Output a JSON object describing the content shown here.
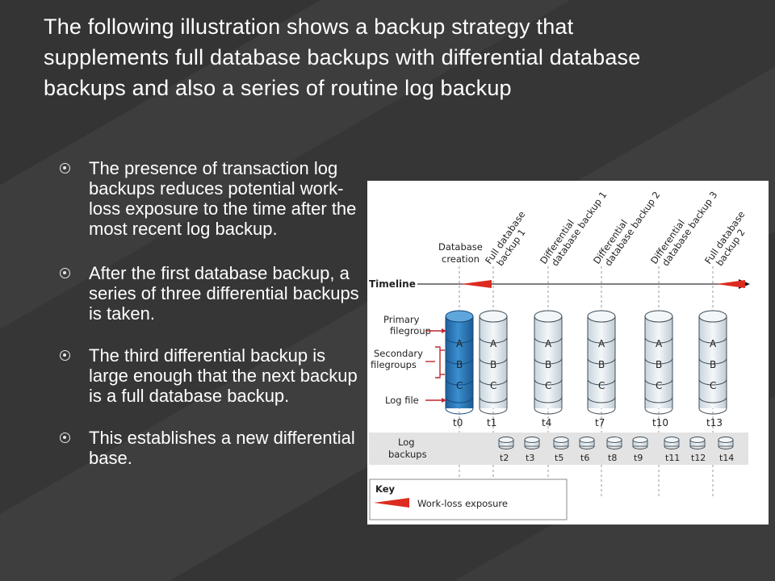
{
  "slide": {
    "title": "The following illustration shows a backup strategy that supplements full database backups with differential database backups and also a series of routine log backup",
    "bullets": [
      "The presence of transaction log backups reduces potential work-loss exposure to the time after the most recent log backup.",
      "After the first database backup, a series of three differential backups is taken.",
      "The third differential backup is large enough that the next backup is a full database backup.",
      "This establishes a new differential base."
    ]
  },
  "diagram": {
    "events": [
      {
        "label": [
          "Database",
          "creation"
        ],
        "rotated": false,
        "time": "t0"
      },
      {
        "label": [
          "Full database",
          "backup 1"
        ],
        "rotated": true,
        "time": "t1"
      },
      {
        "label": [
          "Differential",
          "database backup 1"
        ],
        "rotated": true,
        "time": "t4"
      },
      {
        "label": [
          "Differential",
          "database backup 2"
        ],
        "rotated": true,
        "time": "t7"
      },
      {
        "label": [
          "Differential",
          "database backup 3"
        ],
        "rotated": true,
        "time": "t10"
      },
      {
        "label": [
          "Full database",
          "backup 2"
        ],
        "rotated": true,
        "time": "t13"
      }
    ],
    "timeline_label": "Timeline",
    "cylinder_segments": [
      "A",
      "B",
      "C"
    ],
    "side_labels": {
      "primary": [
        "Primary",
        "filegroup"
      ],
      "secondary": [
        "Secondary",
        "filegroups"
      ],
      "log": [
        "Log file"
      ]
    },
    "log_backups_label": [
      "Log",
      "backups"
    ],
    "log_backup_times": [
      [
        "t2",
        "t3"
      ],
      [
        "t5",
        "t6"
      ],
      [
        "t8",
        "t9"
      ],
      [
        "t11",
        "t12"
      ],
      [
        "t14"
      ]
    ],
    "key": {
      "title": "Key",
      "item": "Work-loss exposure"
    },
    "colors": {
      "timeline_arrow": "#dd2b1f",
      "selected_cylinder": "#3b8fd0",
      "plain_cylinder": "#dfe8ee",
      "band": "#e3e3e3",
      "accent_line": "#c2272d"
    }
  }
}
